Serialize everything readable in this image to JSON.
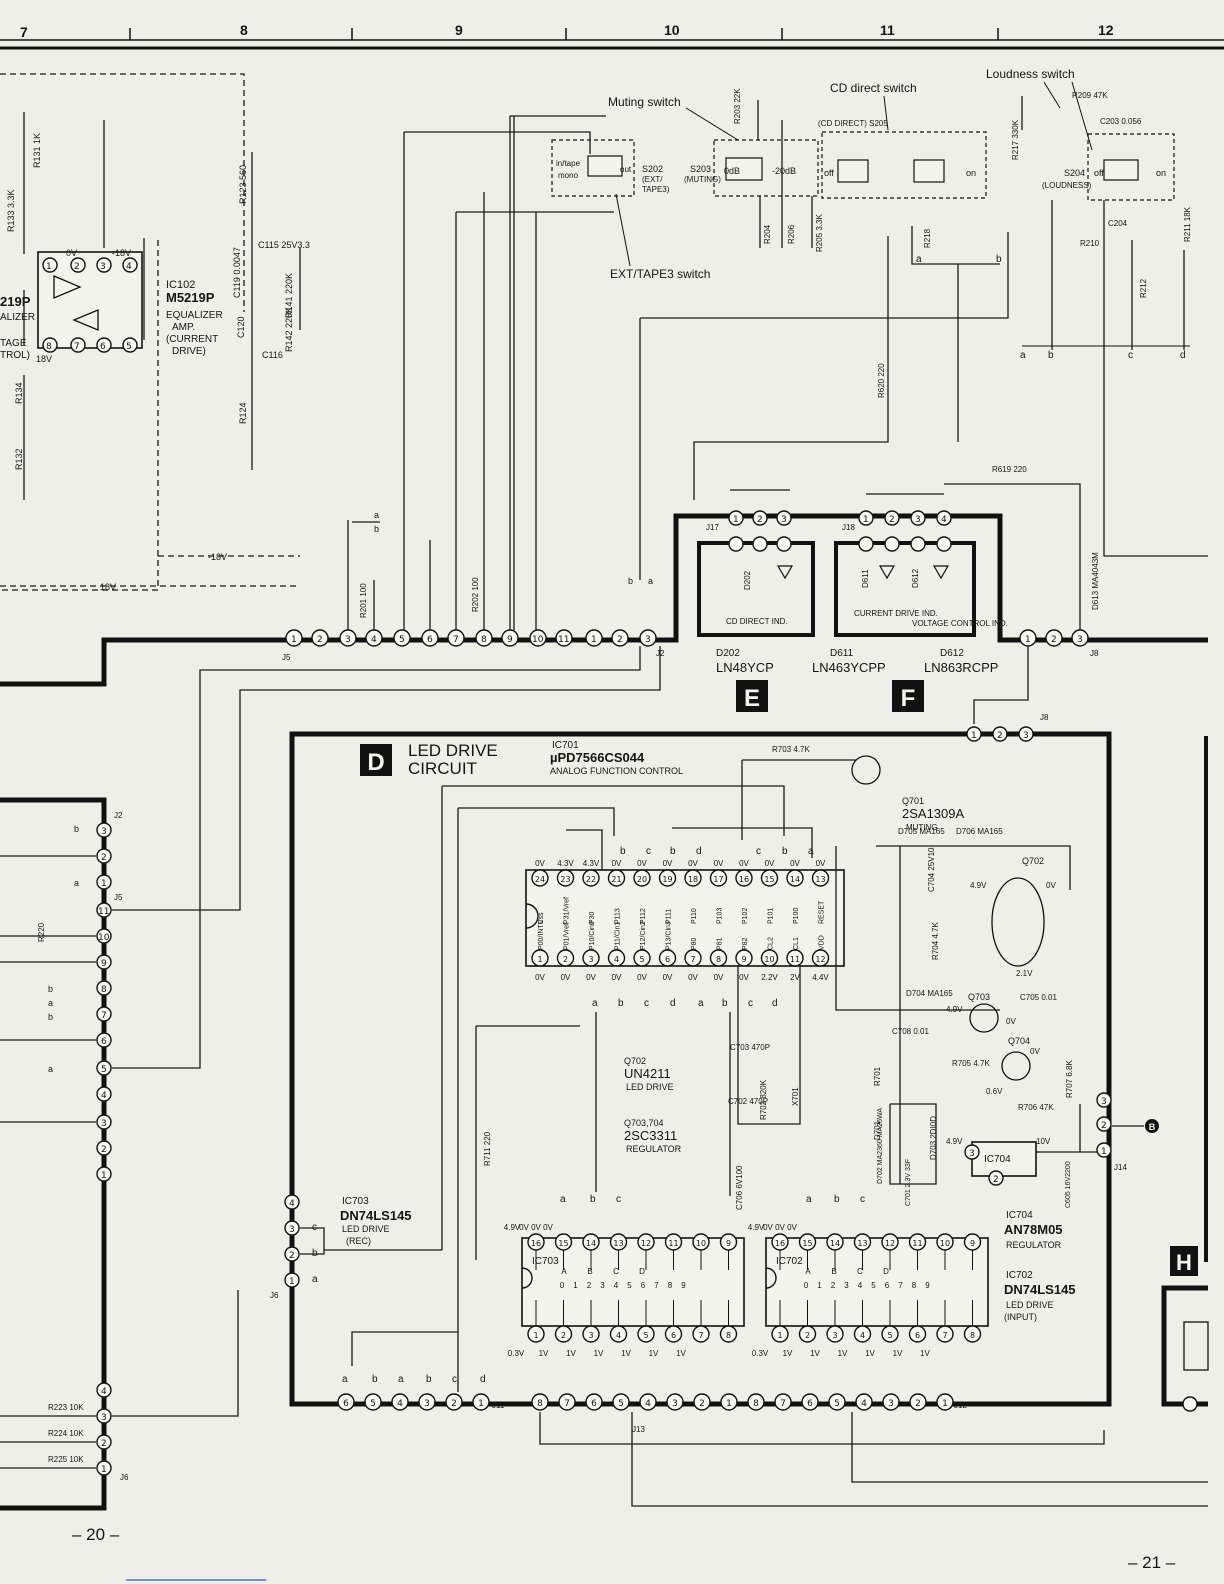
{
  "grid": {
    "columns": [
      "7",
      "8",
      "9",
      "10",
      "11",
      "12"
    ]
  },
  "switches": {
    "loudness_switch": "Loudness switch",
    "cd_direct_switch": "CD direct switch",
    "muting_switch": "Muting switch",
    "ext_tape3_switch": "EXT/TAPE3 switch",
    "s202": [
      "S202",
      "(EXT/",
      "TAPE3)"
    ],
    "s203": [
      "S203",
      "(MUTING)"
    ],
    "s204": [
      "S204",
      "(LOUDNESS)"
    ],
    "s205": "(CD DIRECT) S205",
    "in_tape": "in/tape",
    "mono": "mono",
    "out": "out",
    "odb": "0dB",
    "minus20db": "-20dB",
    "off": "off",
    "on": "on"
  },
  "resistors": {
    "r203": "R203 22K",
    "r204": "R204",
    "r206": "R206",
    "r205": "R205 3.3K",
    "r217": "R217 330K",
    "r218": "R218",
    "r209": "R209 47K",
    "c203": "C203 0.056",
    "c204": "C204",
    "r210": "R210",
    "r211": "R211 18K",
    "r212": "R212",
    "r620": "R620 220",
    "r619": "R619 220",
    "r201": "R201 100",
    "r202": "R202 100",
    "r123": "R123 560",
    "r124": "R124",
    "r131": "R131 1K",
    "r133": "R133 3.3K",
    "r134": "R134",
    "r132": "R132",
    "c115": "C115 25V3.3",
    "c119": "C119 0.0047",
    "c120": "C120",
    "c116": "C116",
    "r141": "R141 220K",
    "r142": "R142 220K",
    "r220": "R220",
    "r711": "R711 220",
    "r703": "R703 4.7K",
    "r704": "R704 4.7K",
    "r705": "R705 4.7K",
    "r706": "R706 47K",
    "r707": "R707 6.8K",
    "r701": "R701",
    "r702": "R702 820K",
    "c703": "C703 470P",
    "c702": "C702 470P",
    "x701": "X701",
    "c704": "C704 25V10",
    "c705": "C705 0.01",
    "c708": "C708 0.01",
    "c706": "C706 6V100",
    "c701": "C701 2.3V 33F",
    "c605": "C605 16V2200",
    "d703": "D703 2DI0D",
    "d701": "D701",
    "d702": "D702 MA2360 MA26WA",
    "r223": "R223 10K",
    "r224": "R224 10K",
    "r225": "R225 10K"
  },
  "ic102": {
    "name": "IC102",
    "part": "M5219P",
    "desc": [
      "EQUALIZER",
      "AMP.",
      "(CURRENT",
      "DRIVE)"
    ],
    "partial_left": [
      "219P",
      "ALIZER",
      "TAGE",
      "TROL)"
    ]
  },
  "volts": {
    "v0": "0V",
    "vm18": "-18V",
    "v18": "18V",
    "v18b": "18V",
    "vm18b": "-18V"
  },
  "section_d": {
    "letter": "D",
    "title_1": "LED DRIVE",
    "title_2": "CIRCUIT"
  },
  "section_e": {
    "letter": "E"
  },
  "section_f": {
    "letter": "F"
  },
  "section_h": {
    "letter": "H"
  },
  "ic701": {
    "name": "IC701",
    "part": "µPD7566CS044",
    "desc": "ANALOG FUNCTION CONTROL",
    "top_pins": [
      "24",
      "23",
      "22",
      "21",
      "20",
      "19",
      "18",
      "17",
      "16",
      "15",
      "14",
      "13"
    ],
    "bottom_pins": [
      "1",
      "2",
      "3",
      "4",
      "5",
      "6",
      "7",
      "8",
      "9",
      "10",
      "11",
      "12"
    ],
    "top_volts": [
      "0V",
      "4.3V",
      "4.3V",
      "0V",
      "0V",
      "0V",
      "0V",
      "0V",
      "0V",
      "0V",
      "0V",
      "0V"
    ],
    "bottom_volts": [
      "0V",
      "0V",
      "0V",
      "0V",
      "0V",
      "0V",
      "0V",
      "0V",
      "0V",
      "2.2V",
      "2V",
      "4.4V"
    ],
    "top_names": [
      "Vss",
      "P31/Vref",
      "P30",
      "P113",
      "P112",
      "P111",
      "P110",
      "P103",
      "P102",
      "P101",
      "P100",
      "RESET"
    ],
    "bottom_names": [
      "P00/INTC",
      "P01/Vref",
      "P10/Cin0",
      "P11/Cin1",
      "P12/Cin2",
      "P13/Cin3",
      "P80",
      "P81",
      "P82",
      "CL2",
      "CL1",
      "VDD"
    ]
  },
  "q701": {
    "name": "Q701",
    "part": "2SA1309A",
    "desc": "MUTING"
  },
  "q702": {
    "name": "Q702",
    "part": "UN4211",
    "desc": "LED DRIVE"
  },
  "q703_704": {
    "name": "Q703,704",
    "part": "2SC3311",
    "desc": "REGULATOR"
  },
  "q702_label": "Q702",
  "q703_label": "Q703",
  "q704_label": "Q704",
  "d705": "D705 MA165",
  "d706": "D706 MA165",
  "d704": "D704 MA165",
  "q_volts": {
    "v49": "4.9V",
    "v0a": "0V",
    "v21": "2.1V",
    "v49b": "4.9V",
    "v0b": "0V",
    "v0c": "0V",
    "v06": "0.6V",
    "v49c": "4.9V",
    "v10": "10V"
  },
  "ic703": {
    "name": "IC703",
    "part": "DN74LS145",
    "desc": [
      "LED DRIVE",
      "(REC)"
    ],
    "top_volts": [
      "4.9V",
      "0V",
      "0V",
      "0V"
    ],
    "bottom_volts": [
      "0.3V",
      "1V",
      "1V",
      "1V",
      "1V",
      "1V",
      "1V"
    ]
  },
  "ic702": {
    "name": "IC702",
    "part": "DN74LS145",
    "desc": [
      "LED DRIVE",
      "(INPUT)"
    ],
    "top_volts": [
      "4.9V",
      "0V",
      "0V",
      "0V"
    ],
    "bottom_volts": [
      "0.3V",
      "1V",
      "1V",
      "1V",
      "1V",
      "1V",
      "1V"
    ]
  },
  "ic704": {
    "name": "IC704",
    "part": "AN78M05",
    "desc": "REGULATOR",
    "chip": "IC704"
  },
  "dip_top": [
    "16",
    "15",
    "14",
    "13",
    "12",
    "11",
    "10",
    "9"
  ],
  "dip_bottom": [
    "1",
    "2",
    "3",
    "4",
    "5",
    "6",
    "7",
    "8"
  ],
  "dip_inner_letters": [
    "A",
    "B",
    "C",
    "D"
  ],
  "dip_inner_digits": [
    "0",
    "1",
    "2",
    "3",
    "4",
    "5",
    "6",
    "7",
    "8",
    "9"
  ],
  "leds": {
    "d202_box": "CD DIRECT IND.",
    "d202_code": "D202",
    "d202_part": "LN48YCP",
    "d611_code": "D611",
    "d611_part": "LN463YCPP",
    "d612_code": "D612",
    "d612_part": "LN863RCPP",
    "current_drive": "CURRENT DRIVE IND.",
    "voltage_control": "VOLTAGE CONTROL IND.",
    "d613": "D613 MA4043M",
    "d202_tag": "D202",
    "d611_tag": "D611",
    "d612_tag": "D612"
  },
  "connectors": {
    "j5": "J5",
    "j2": "J2",
    "j8": "J8",
    "j8b": "J8",
    "j17": "J17",
    "j18": "J18",
    "j14": "J14",
    "j6": "J6",
    "j6b": "J6",
    "j11": "J11",
    "j13": "J13",
    "j12": "J12",
    "j2b": "J2",
    "j5b": "J5"
  },
  "j5_pins": [
    "1",
    "2",
    "3",
    "4",
    "5",
    "6",
    "7",
    "8",
    "9",
    "10",
    "11"
  ],
  "j2_pins": [
    "1",
    "2",
    "3"
  ],
  "j8_pins": [
    "1",
    "2",
    "3"
  ],
  "j17_pins": [
    "1",
    "2",
    "3"
  ],
  "j18_pins": [
    "1",
    "2",
    "3",
    "4"
  ],
  "j11_pins": [
    "6",
    "5",
    "4",
    "3",
    "2",
    "1"
  ],
  "j13_pins": [
    "8",
    "7",
    "6",
    "5",
    "4",
    "3",
    "2",
    "1"
  ],
  "j12_pins": [
    "8",
    "7",
    "6",
    "5",
    "4",
    "3",
    "2",
    "1"
  ],
  "left_col_pins": [
    "3",
    "2",
    "1",
    "11",
    "10",
    "9",
    "8",
    "7",
    "6",
    "5",
    "4",
    "3",
    "2",
    "1"
  ],
  "j6_pins": [
    "4",
    "3",
    "2",
    "1"
  ],
  "j6b_pins": [
    "4",
    "3",
    "2",
    "1"
  ],
  "j14_pins": [
    "3",
    "2",
    "1"
  ],
  "bus_letters": {
    "a": "a",
    "b": "b",
    "c": "c",
    "d": "d"
  },
  "arrow_b": "B",
  "footer": {
    "left_page": "– 20 –",
    "right_page": "– 21 –"
  }
}
